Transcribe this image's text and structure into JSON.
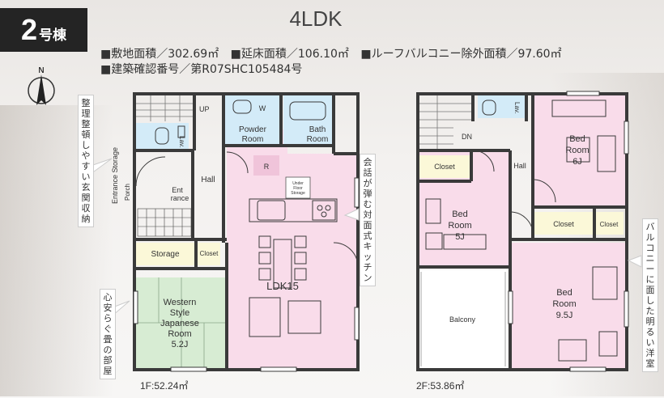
{
  "header": {
    "badge_number": "2",
    "badge_unit": "号棟",
    "title": "4LDK",
    "site_area": "■敷地面積／302.69㎡",
    "floor_area": "■延床面積／106.10㎡",
    "balcony_area": "■ルーフバルコニー除外面積／97.60㎡",
    "permit": "■建築確認番号／第R07SHC105484号"
  },
  "compass": {
    "label": "N"
  },
  "floor1": {
    "area_label": "1F:52.24㎡",
    "rooms": {
      "up": "UP",
      "w": "W",
      "powder1": "Powder",
      "powder2": "Room",
      "bath1": "Bath",
      "bath2": "Room",
      "lav": "Lav.",
      "entrance_storage": "Entrance Storage",
      "hall": "Hall",
      "porch": "Porch",
      "ent1": "Ent",
      "ent2": "rance",
      "r": "R",
      "underfloor1": "Under",
      "underfloor2": "Floor",
      "underfloor3": "Storage",
      "storage": "Storage",
      "closet": "Closet",
      "ldk": "LDK15",
      "jp1": "Western",
      "jp2": "Style",
      "jp3": "Japanese",
      "jp4": "Room",
      "jp5": "5.2J"
    }
  },
  "floor2": {
    "area_label": "2F:53.86㎡",
    "rooms": {
      "dn": "DN",
      "lav": "Lav.",
      "closet_a": "Closet",
      "hall": "Hall",
      "bed5_1": "Bed",
      "bed5_2": "Room",
      "bed5_3": "5J",
      "bed6_1": "Bed",
      "bed6_2": "Room",
      "bed6_3": "6J",
      "closet_b": "Closet",
      "closet_c": "Closet",
      "balcony": "Balcony",
      "bed95_1": "Bed",
      "bed95_2": "Room",
      "bed95_3": "9.5J"
    }
  },
  "callouts": {
    "entrance": "整理整頓しやすい玄関収納",
    "japanese": "心安らぐ畳の部屋",
    "kitchen": "会話が弾む対面式キッチン",
    "balcony_room": "バルコニーに面した明るい洋室"
  },
  "colors": {
    "ldk": "#f9dcea",
    "wet": "#d3ebf8",
    "tatami": "#d7ecd3",
    "storage": "#fbf8d8",
    "wall": "#3a3a3a"
  }
}
